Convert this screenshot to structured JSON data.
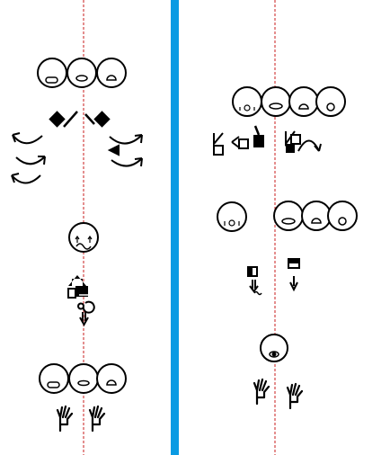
{
  "colors": {
    "ink": "#000000",
    "column_divider": "#0a9be3",
    "center_guide": "#c81e1e",
    "background": "#ffffff"
  },
  "columns": [
    {
      "id": "left",
      "signs": [
        {
          "id": "face-three-circles-top",
          "icon": "three-face-circles"
        },
        {
          "id": "movement-arrows-diamonds",
          "icon": "diamond-hands-with-curved-arrows"
        },
        {
          "id": "single-face-breath",
          "icon": "face-circle-with-breath-marks"
        },
        {
          "id": "hand-spiral-down",
          "icon": "hand-shape-with-spiral-and-down-arrow"
        },
        {
          "id": "face-three-circles-bottom",
          "icon": "three-face-circles"
        },
        {
          "id": "hand-pair-bottom",
          "icon": "two-open-hands"
        }
      ]
    },
    {
      "id": "right",
      "signs": [
        {
          "id": "face-four-circles",
          "icon": "four-face-circles"
        },
        {
          "id": "hand-shapes-row",
          "icon": "hand-shapes-with-arcs"
        },
        {
          "id": "face-single-and-triple",
          "icon": "single-and-three-face-circles"
        },
        {
          "id": "square-hands-down",
          "icon": "square-hands-with-down-arrows"
        },
        {
          "id": "face-single-nose",
          "icon": "single-face-circle-nose"
        },
        {
          "id": "hand-pair-right",
          "icon": "two-open-hands"
        }
      ]
    }
  ]
}
